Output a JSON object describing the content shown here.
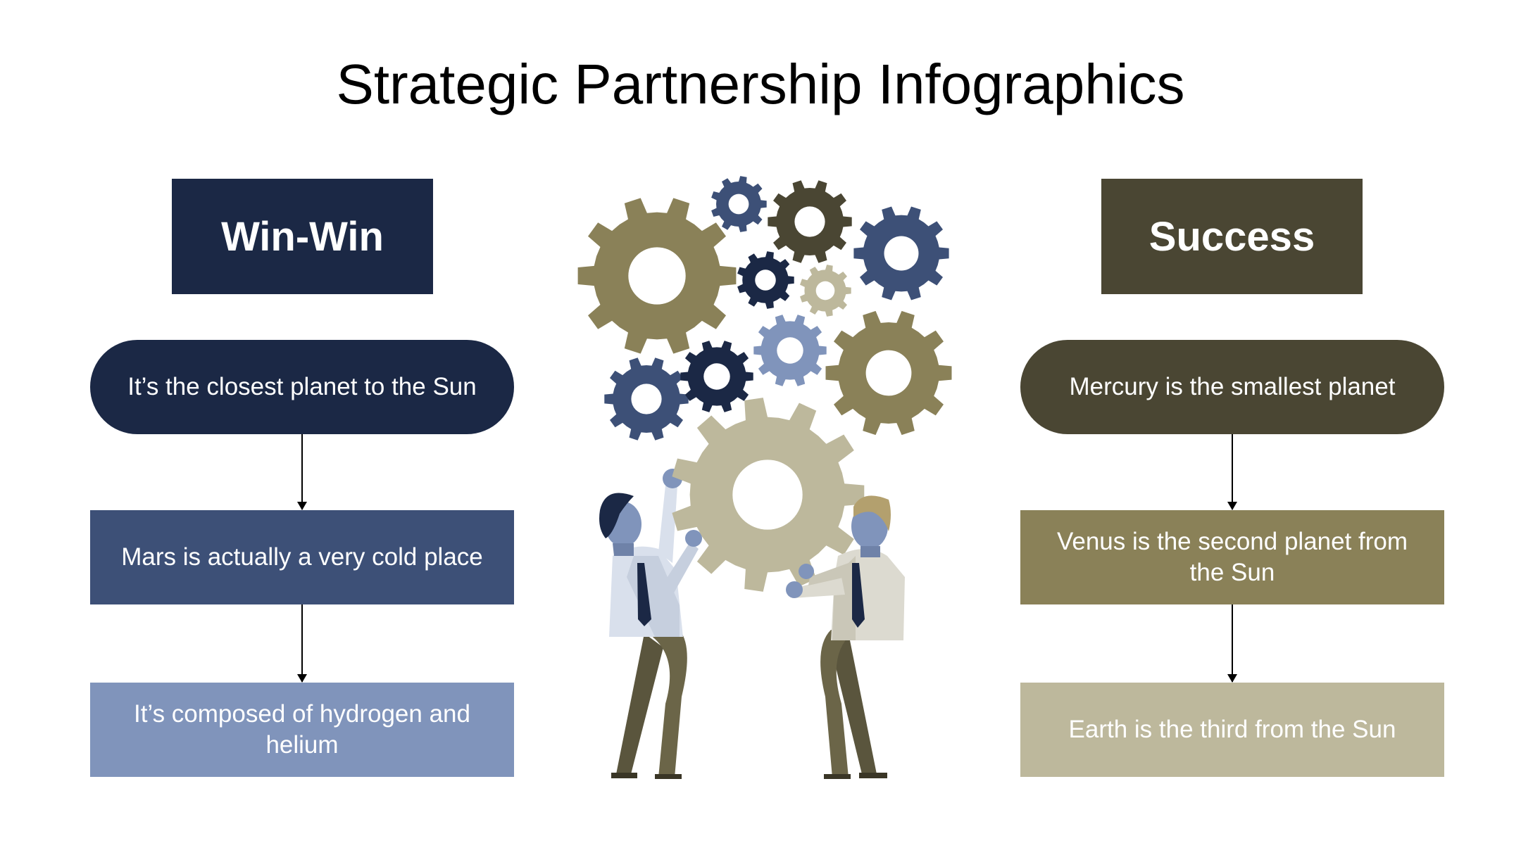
{
  "title": "Strategic Partnership Infographics",
  "left": {
    "header": "Win-Win",
    "steps": [
      "It’s the closest planet to the Sun",
      "Mars is actually a very cold place",
      "It’s composed of hydrogen and helium"
    ]
  },
  "right": {
    "header": "Success",
    "steps": [
      "Mercury is the smallest planet",
      "Venus is the second planet from the Sun",
      "Earth is the third from the Sun"
    ]
  },
  "colors": {
    "navy": "#1b2845",
    "blue": "#3d5077",
    "light_blue": "#8094bb",
    "dark_olive": "#4a4633",
    "olive": "#8a8158",
    "khaki": "#bdb89c"
  },
  "illustration": "two businessmen lifting a large gear beneath a cluster of gears"
}
